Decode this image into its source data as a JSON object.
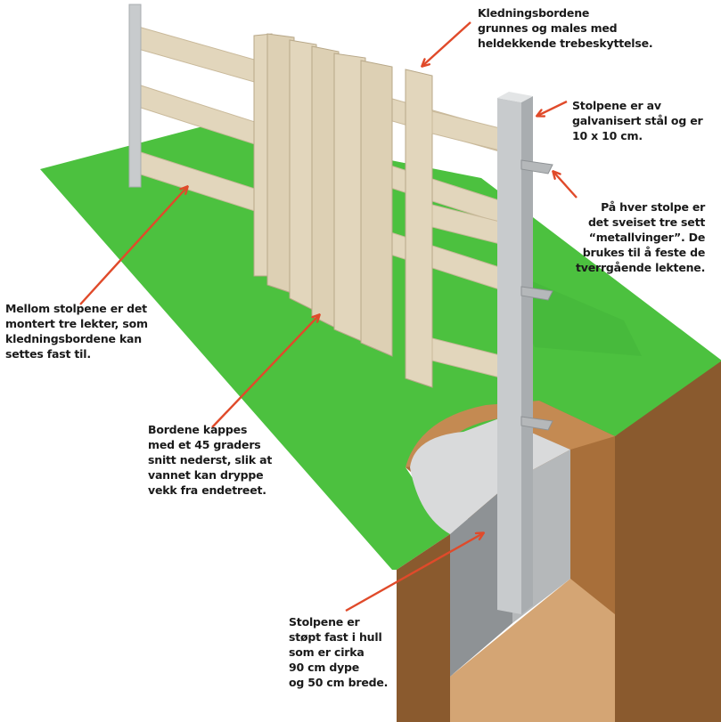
{
  "annotations": {
    "cladding": "Kledningsbordene\ngrunnes og males med\nheldekkende trebeskyttelse.",
    "posts": "Stolpene er av\ngalvanisert stål og er\n10 x 10 cm.",
    "wings": "På hver stolpe er\ndet sveiset tre sett\n“metallvinger”. De\nbrukes til å feste de\ntverrgående lektene.",
    "rails": "Mellom stolpene er det\nmontert tre lekter, som\nkledningsbordene kan\nsettes fast til.",
    "cut": "Bordene kappes\nmed et 45 graders\nsnitt nederst, slik at\nvannet kan dryppe\nvekk fra endetreet.",
    "footing": "Stolpene er\nstøpt fast i hull\nsom er cirka\n90 cm dype\nog 50 cm brede."
  },
  "colors": {
    "grass": "#4cc13f",
    "grass_dark": "#3fae35",
    "soil_front": "#8a5a2e",
    "soil_side": "#a86f3a",
    "soil_top": "#c48a52",
    "hole_floor": "#d4a574",
    "concrete_front": "#8e9295",
    "concrete_top": "#d9dadb",
    "steel": "#c8cbcd",
    "steel_dark": "#a9adb0",
    "wood": "#e2d6bc",
    "wood_dark": "#c9b99a",
    "arrow": "#e04a2a",
    "text": "#1a1a1a"
  }
}
